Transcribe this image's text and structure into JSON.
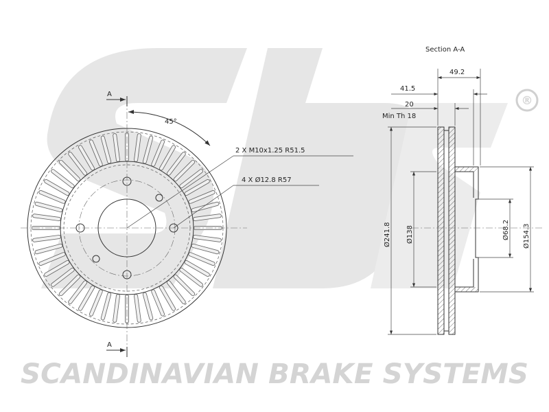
{
  "watermark": {
    "logo": "sbs",
    "registered": "®",
    "tagline": "SCANDINAVIAN BRAKE SYSTEMS"
  },
  "front_view": {
    "section_marker_top": "A",
    "section_marker_bottom": "A",
    "angle_label": "45°",
    "thread_callout": "2 X M10x1.25 R51.5",
    "hole_callout": "4 X Ø12.8 R57",
    "vane_count": 48
  },
  "section_view": {
    "title": "Section A-A",
    "dim_overall_height": "49.2",
    "dim_offset": "41.5",
    "dim_thickness": "20",
    "min_thickness": "Min Th 18",
    "dia_outer": "Ø241.8",
    "dia_inner": "Ø138",
    "dia_center_bore": "Ø68.2",
    "dia_hat": "Ø154.3"
  }
}
